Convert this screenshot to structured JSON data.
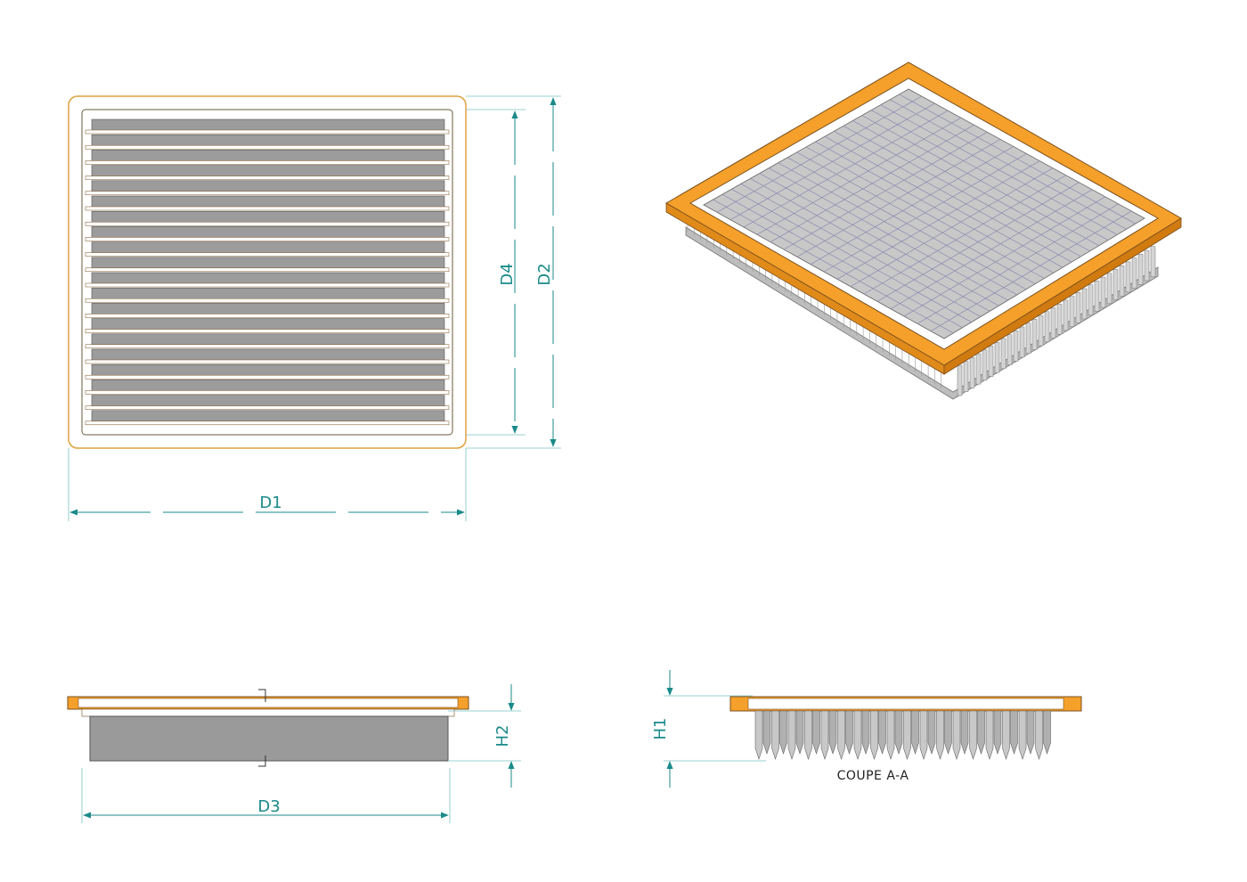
{
  "colors": {
    "frame": "#f5a02a",
    "frame_light": "#ffffff",
    "media": "#a8a8a8",
    "media_dark": "#8c8c8c",
    "dimension": "#1a8a8a",
    "outline": "#5a4a2a"
  },
  "dimensions": {
    "d1": "D1",
    "d2": "D2",
    "d3": "D3",
    "d4": "D4",
    "h1": "H1",
    "h2": "H2"
  },
  "section": {
    "label": "COUPE A-A"
  }
}
